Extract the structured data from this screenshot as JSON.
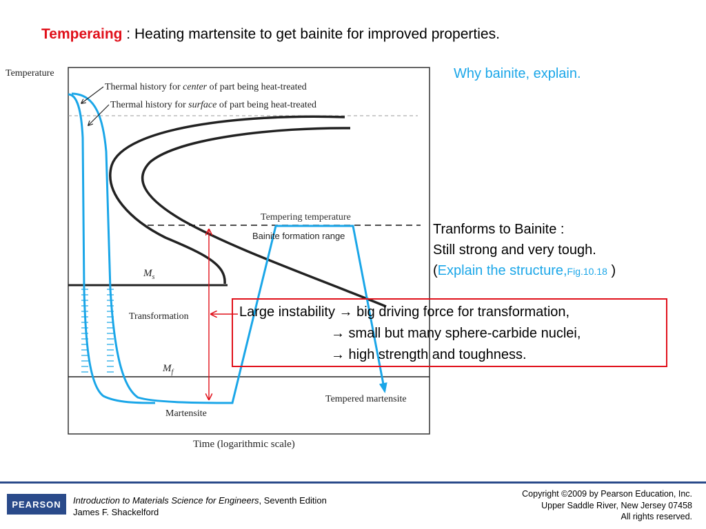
{
  "slide": {
    "title_keyword": "Temperaing",
    "title_rest": " : Heating martensite to get bainite for improved properties.",
    "question": "Why bainite, explain."
  },
  "diagram": {
    "y_axis_label": "Temperature",
    "x_axis_label": "Time (logarithmic scale)",
    "center_history": "Thermal history for center of part being heat-treated",
    "surface_history": "Thermal history for surface of part being heat-treated",
    "tempering_temperature": "Tempering temperature",
    "bainite_range": "Bainite formation range",
    "ms_label": "M",
    "ms_sub": "s",
    "mf_label": "M",
    "mf_sub": "f",
    "transformation": "Transformation",
    "martensite": "Martensite",
    "tempered_martensite": "Tempered martensite",
    "colors": {
      "cooling_curve": "#1aa6e8",
      "ttt_curve": "#222222",
      "arrow": "#e0101a"
    }
  },
  "note": {
    "line1": "Tranforms to Bainite :",
    "line2": "Still strong and very tough.",
    "line3_open": "(",
    "line3_blue": "Explain the structure,",
    "line3_fig": "Fig.10.18",
    "line3_close": " )"
  },
  "instability": {
    "line1": "Large instability → big driving force for transformation,",
    "line2": "→ small but many sphere-carbide nuclei,",
    "line3": "→ high strength and toughness."
  },
  "footer": {
    "logo": "PEARSON",
    "book_title": "Introduction to Materials Science for Engineers",
    "edition": ", Seventh Edition",
    "author": "James F. Shackelford",
    "copyright1": "Copyright ©2009 by Pearson Education, Inc.",
    "copyright2": "Upper Saddle River, New Jersey 07458",
    "copyright3": "All rights reserved."
  }
}
